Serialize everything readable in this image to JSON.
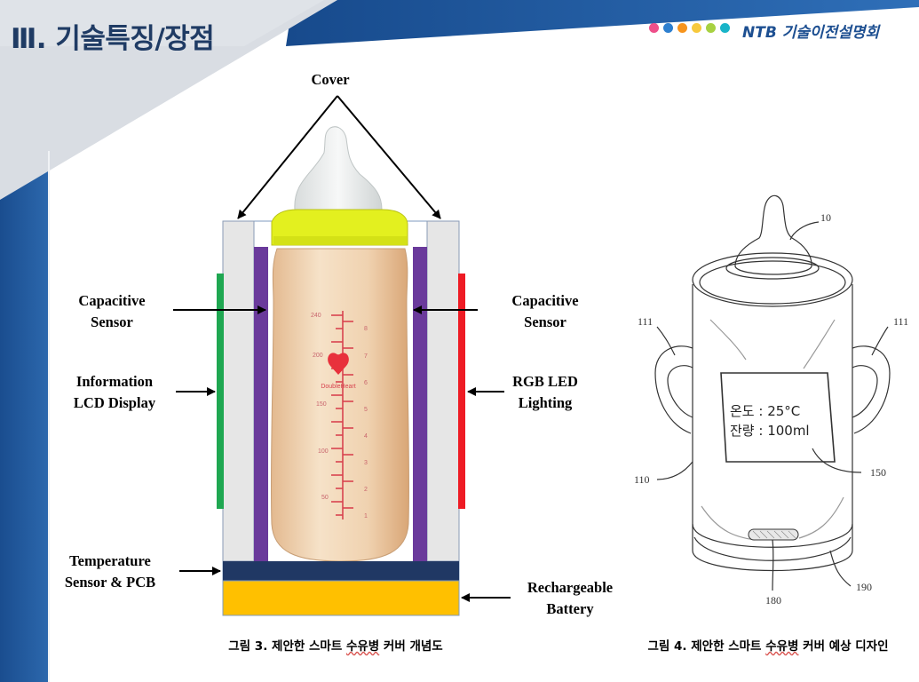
{
  "header": {
    "title": "Ⅲ. 기술특징/장점",
    "brand": "NTB 기술이전설명회",
    "dot_colors": [
      "#ee4f8a",
      "#2d7fcf",
      "#f7941d",
      "#f7c93d",
      "#a7d141",
      "#19b4c8"
    ]
  },
  "figure3": {
    "labels": {
      "cover": "Cover",
      "capacitive_left": [
        "Capacitive",
        "Sensor"
      ],
      "capacitive_right": [
        "Capacitive",
        "Sensor"
      ],
      "information": [
        "Information",
        "LCD Display"
      ],
      "rgb": [
        "RGB LED",
        "Lighting"
      ],
      "temperature": [
        "Temperature",
        "Sensor & PCB"
      ],
      "battery": [
        "Rechargeable",
        "Battery"
      ]
    },
    "bottle_marks_left": [
      "240",
      "200",
      "150",
      "100",
      "50"
    ],
    "bottle_marks_right": [
      "8",
      "7",
      "6",
      "5",
      "4",
      "3",
      "2",
      "1"
    ],
    "bottle_brand": "DoubleHeart",
    "colors": {
      "lcd": "#1fa751",
      "led": "#ee1b24",
      "sensor": "#6a3a9b",
      "pcb": "#203864",
      "battery": "#ffc000",
      "wall": "#e6e6e6",
      "cap": "#e3f01f"
    },
    "caption_prefix": "그림 3. 제안한 스마트 ",
    "caption_underlined": "수유병",
    "caption_suffix": " 커버 개념도"
  },
  "figure4": {
    "refs": {
      "nipple": "10",
      "handle_left": "111",
      "handle_right": "111",
      "cover": "110",
      "display": "150",
      "light": "180",
      "base": "190"
    },
    "display_line1": "온도 : 25°C",
    "display_line2": "잔량 : 100ml",
    "caption_prefix": "그림 4. 제안한 스마트 ",
    "caption_underlined": "수유병",
    "caption_suffix": " 커버 예상 디자인"
  }
}
